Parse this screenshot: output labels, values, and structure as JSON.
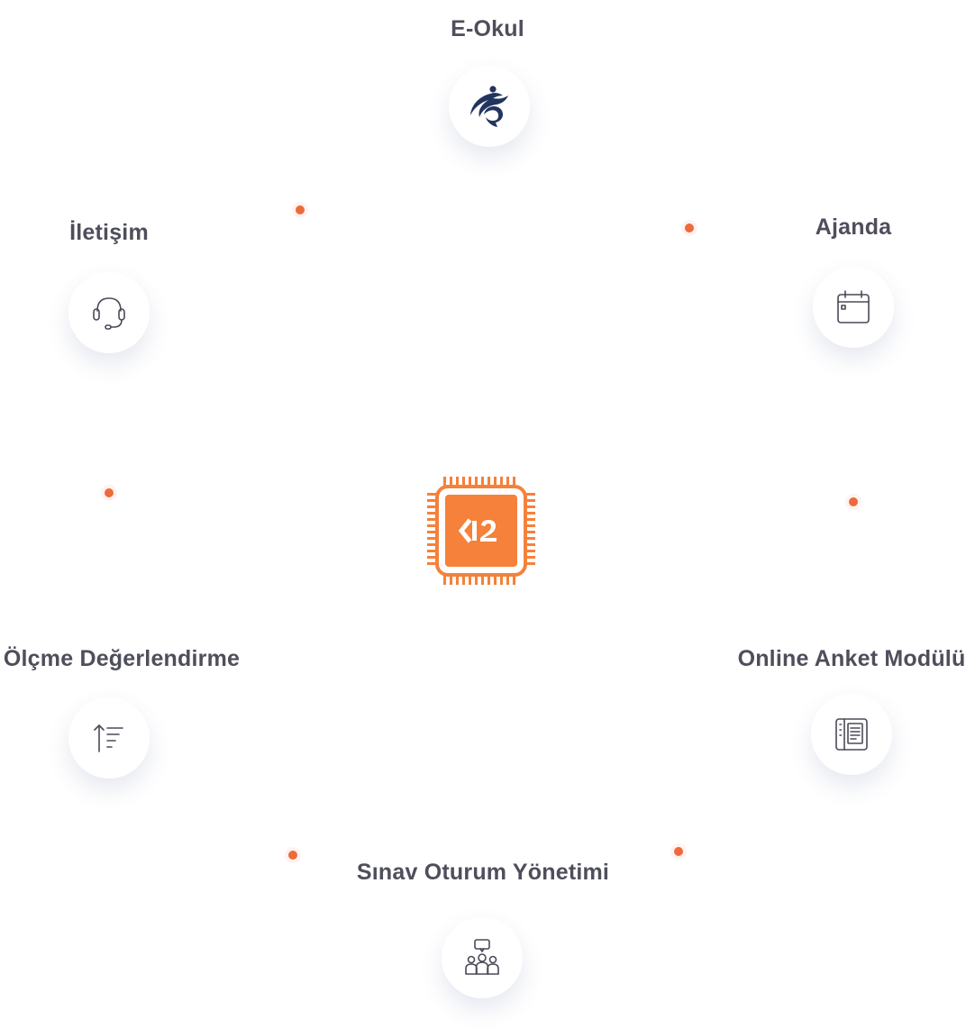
{
  "hub": {
    "label": "K12",
    "color": "#f5813a",
    "icon": "chip-icon"
  },
  "nodes": [
    {
      "id": "e-okul",
      "label": "E-Okul",
      "icon": "e-okul-logo-icon"
    },
    {
      "id": "ajanda",
      "label": "Ajanda",
      "icon": "calendar-icon"
    },
    {
      "id": "online-anket",
      "label": "Online Anket Modülü",
      "icon": "survey-document-icon"
    },
    {
      "id": "sinav-oturum",
      "label": "Sınav Oturum Yönetimi",
      "icon": "group-chat-icon"
    },
    {
      "id": "olcme",
      "label": "Ölçme Değerlendirme",
      "icon": "sort-ascending-icon"
    },
    {
      "id": "iletisim",
      "label": "İletişim",
      "icon": "headset-icon"
    }
  ],
  "colors": {
    "accent": "#ee6a3b",
    "label": "#4e4e5c",
    "icon_stroke": "#4a4a58",
    "logo_navy": "#22355f"
  }
}
